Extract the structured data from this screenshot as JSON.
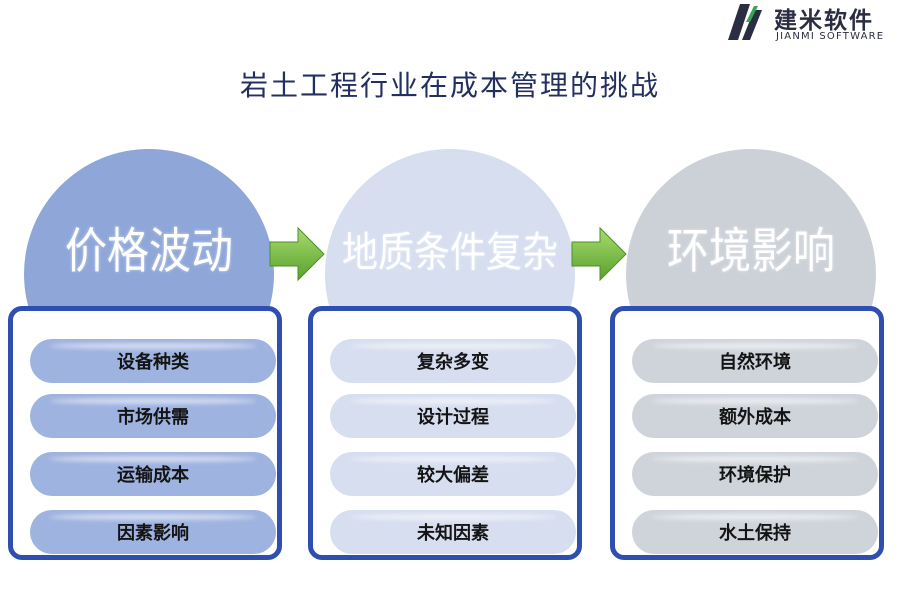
{
  "logo": {
    "name_cn": "建米软件",
    "name_en": "JIANMI SOFTWARE",
    "icon": "jianmi-logo-mark"
  },
  "title": "岩土工程行业在成本管理的挑战",
  "colors": {
    "title": "#23305f",
    "panel_border": "#2f4fb0",
    "arrow_fill": "#7ac143",
    "circle_1": "#8ea6d8",
    "circle_2": "#d6def0",
    "circle_3": "#ccd1d8",
    "pill_1": "#9fb3e0",
    "pill_2": "#d7def0",
    "pill_3": "#cfd4db"
  },
  "columns": [
    {
      "heading": "价格波动",
      "items": [
        "设备种类",
        "市场供需",
        "运输成本",
        "因素影响"
      ]
    },
    {
      "heading": "地质条件复杂",
      "items": [
        "复杂多变",
        "设计过程",
        "较大偏差",
        "未知因素"
      ]
    },
    {
      "heading": "环境影响",
      "items": [
        "自然环境",
        "额外成本",
        "环境保护",
        "水土保持"
      ]
    }
  ],
  "connector_icon": "right-arrow-icon"
}
